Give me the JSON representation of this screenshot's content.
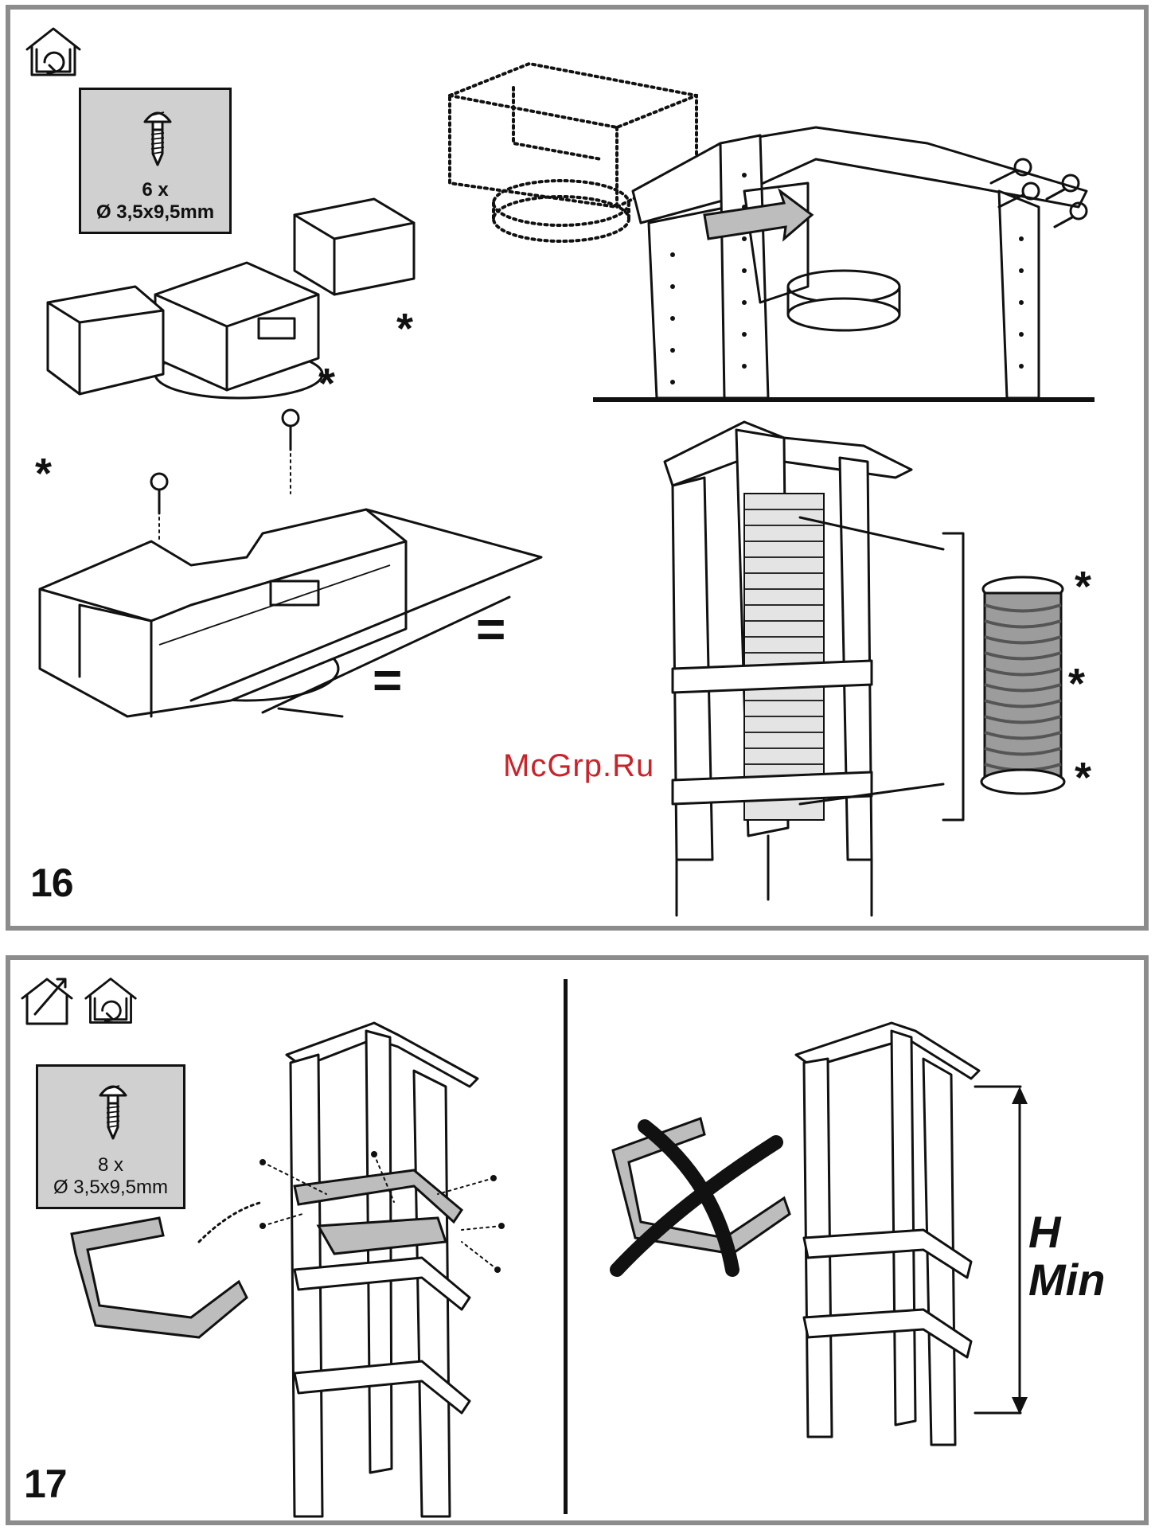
{
  "step16": {
    "number": "16",
    "screw_quantity": "6 x",
    "screw_size": "Ø 3,5x9,5mm",
    "equal_mark": "=",
    "optional_mark": "*"
  },
  "step17": {
    "number": "17",
    "screw_quantity": "8 x",
    "screw_size": "Ø 3,5x9,5mm",
    "height_label_line1": "H",
    "height_label_line2": "Min"
  },
  "watermark": "McGrp.Ru",
  "icons": {
    "recirculation": "house-recirculation-icon",
    "extraction": "house-extraction-icon",
    "screw": "screw-icon",
    "forbidden": "cross-out-icon"
  }
}
